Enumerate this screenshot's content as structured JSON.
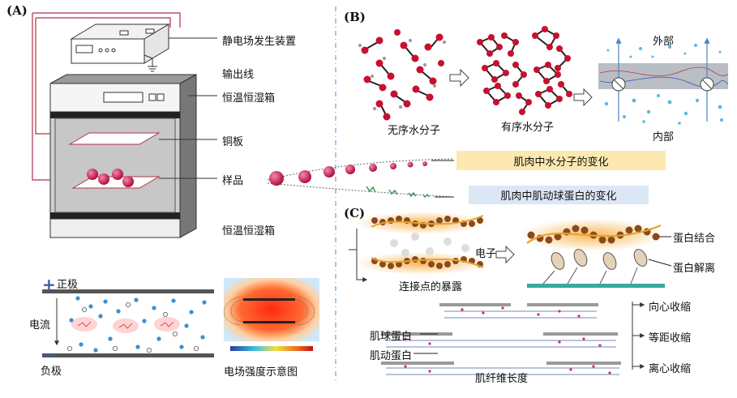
{
  "panel_a": {
    "tag": "(A)",
    "labels": {
      "generator": "静电场发生装置",
      "output_line": "输出线",
      "chamber_top": "恒温恒湿箱",
      "copper_plate": "铜板",
      "sample": "样品",
      "chamber_bottom": "恒温恒湿箱"
    },
    "bottom": {
      "positive": "正极",
      "current": "电流",
      "negative": "负极",
      "field_caption": "电场强度示意图",
      "plus_sign": "+",
      "minus_sign": "−"
    }
  },
  "panel_b": {
    "tag": "(B)",
    "disordered": "无序水分子",
    "ordered": "有序水分子",
    "outside": "外部",
    "inside": "内部",
    "water_box": "肌肉中水分子的变化",
    "protein_box": "肌肉中肌动球蛋白的变化"
  },
  "panel_c": {
    "tag": "(C)",
    "electron": "电子",
    "exposure": "连接点的暴露",
    "binding": "蛋白结合",
    "dissociation": "蛋白解离",
    "myosin": "肌球蛋白",
    "actin": "肌动蛋白",
    "sarcomere": "肌纤维长度",
    "centripetal": "向心收缩",
    "isometric": "等距收缩",
    "centrifugal": "离心收缩"
  },
  "colors": {
    "molecule_red": "#c8102e",
    "arrow_blue": "#4a86c8",
    "chamber_grey": "#7a7a7a",
    "pink_bead": "#c0295a",
    "brown_bead": "#8b4a1c",
    "glow_orange": "#f4a23a",
    "teal_bar": "#3aa89c"
  }
}
